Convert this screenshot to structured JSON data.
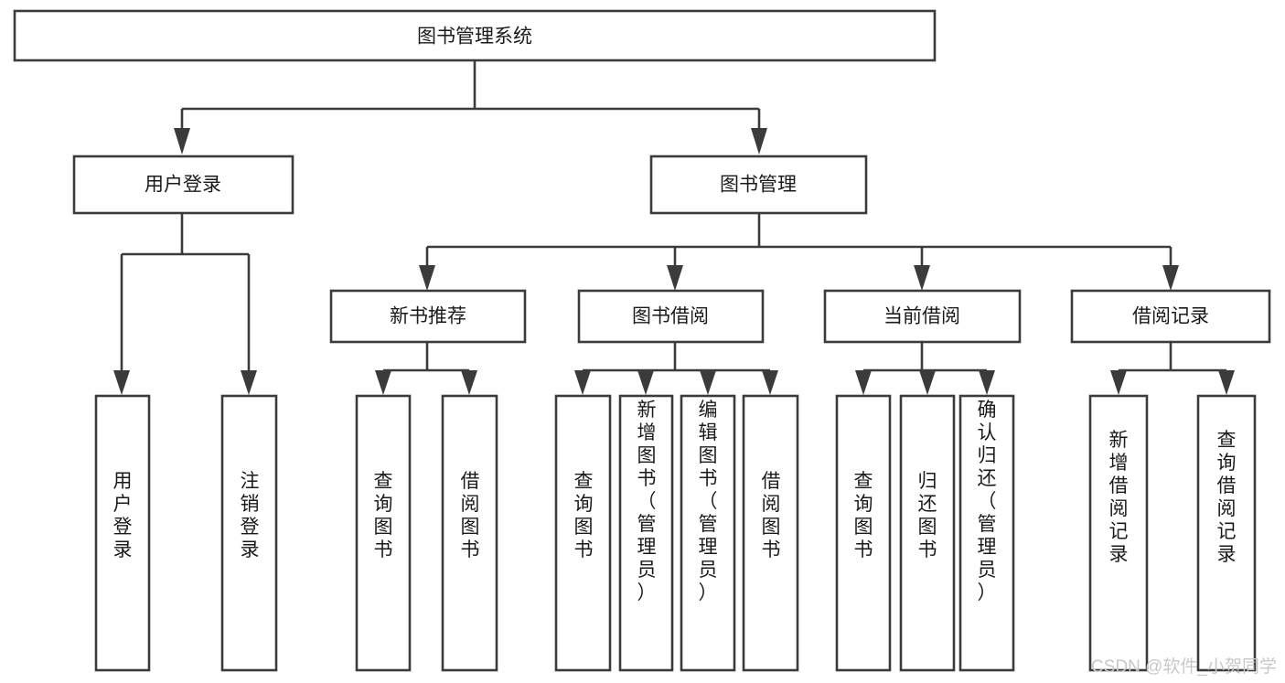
{
  "diagram": {
    "title": "图书管理系统",
    "type": "functional-structure-tree",
    "background_color": "#ffffff",
    "box_fill": "#ffffff",
    "box_stroke": "#3b3b3b",
    "text_color": "#1a1a1a",
    "watermark_color": "#c8c8c8"
  },
  "root": {
    "label": "图书管理系统"
  },
  "level2": [
    {
      "label": "用户登录"
    },
    {
      "label": "图书管理"
    }
  ],
  "level3": [
    {
      "label": "新书推荐"
    },
    {
      "label": "图书借阅"
    },
    {
      "label": "当前借阅"
    },
    {
      "label": "借阅记录"
    }
  ],
  "leaves": {
    "user_login": [
      {
        "label": "用户登录"
      },
      {
        "label": "注销登录"
      }
    ],
    "new_book_recommend": [
      {
        "label": "查询图书"
      },
      {
        "label": "借阅图书"
      }
    ],
    "book_borrow": [
      {
        "label": "查询图书"
      },
      {
        "label": "新增图书（管理员）"
      },
      {
        "label": "编辑图书（管理员）"
      },
      {
        "label": "借阅图书"
      }
    ],
    "current_borrow": [
      {
        "label": "查询图书"
      },
      {
        "label": "归还图书"
      },
      {
        "label": "确认归还（管理员）"
      }
    ],
    "borrow_record": [
      {
        "label": "新增借阅记录"
      },
      {
        "label": "查询借阅记录"
      }
    ]
  },
  "watermark": {
    "text": "CSDN @软件_小贺同学"
  }
}
